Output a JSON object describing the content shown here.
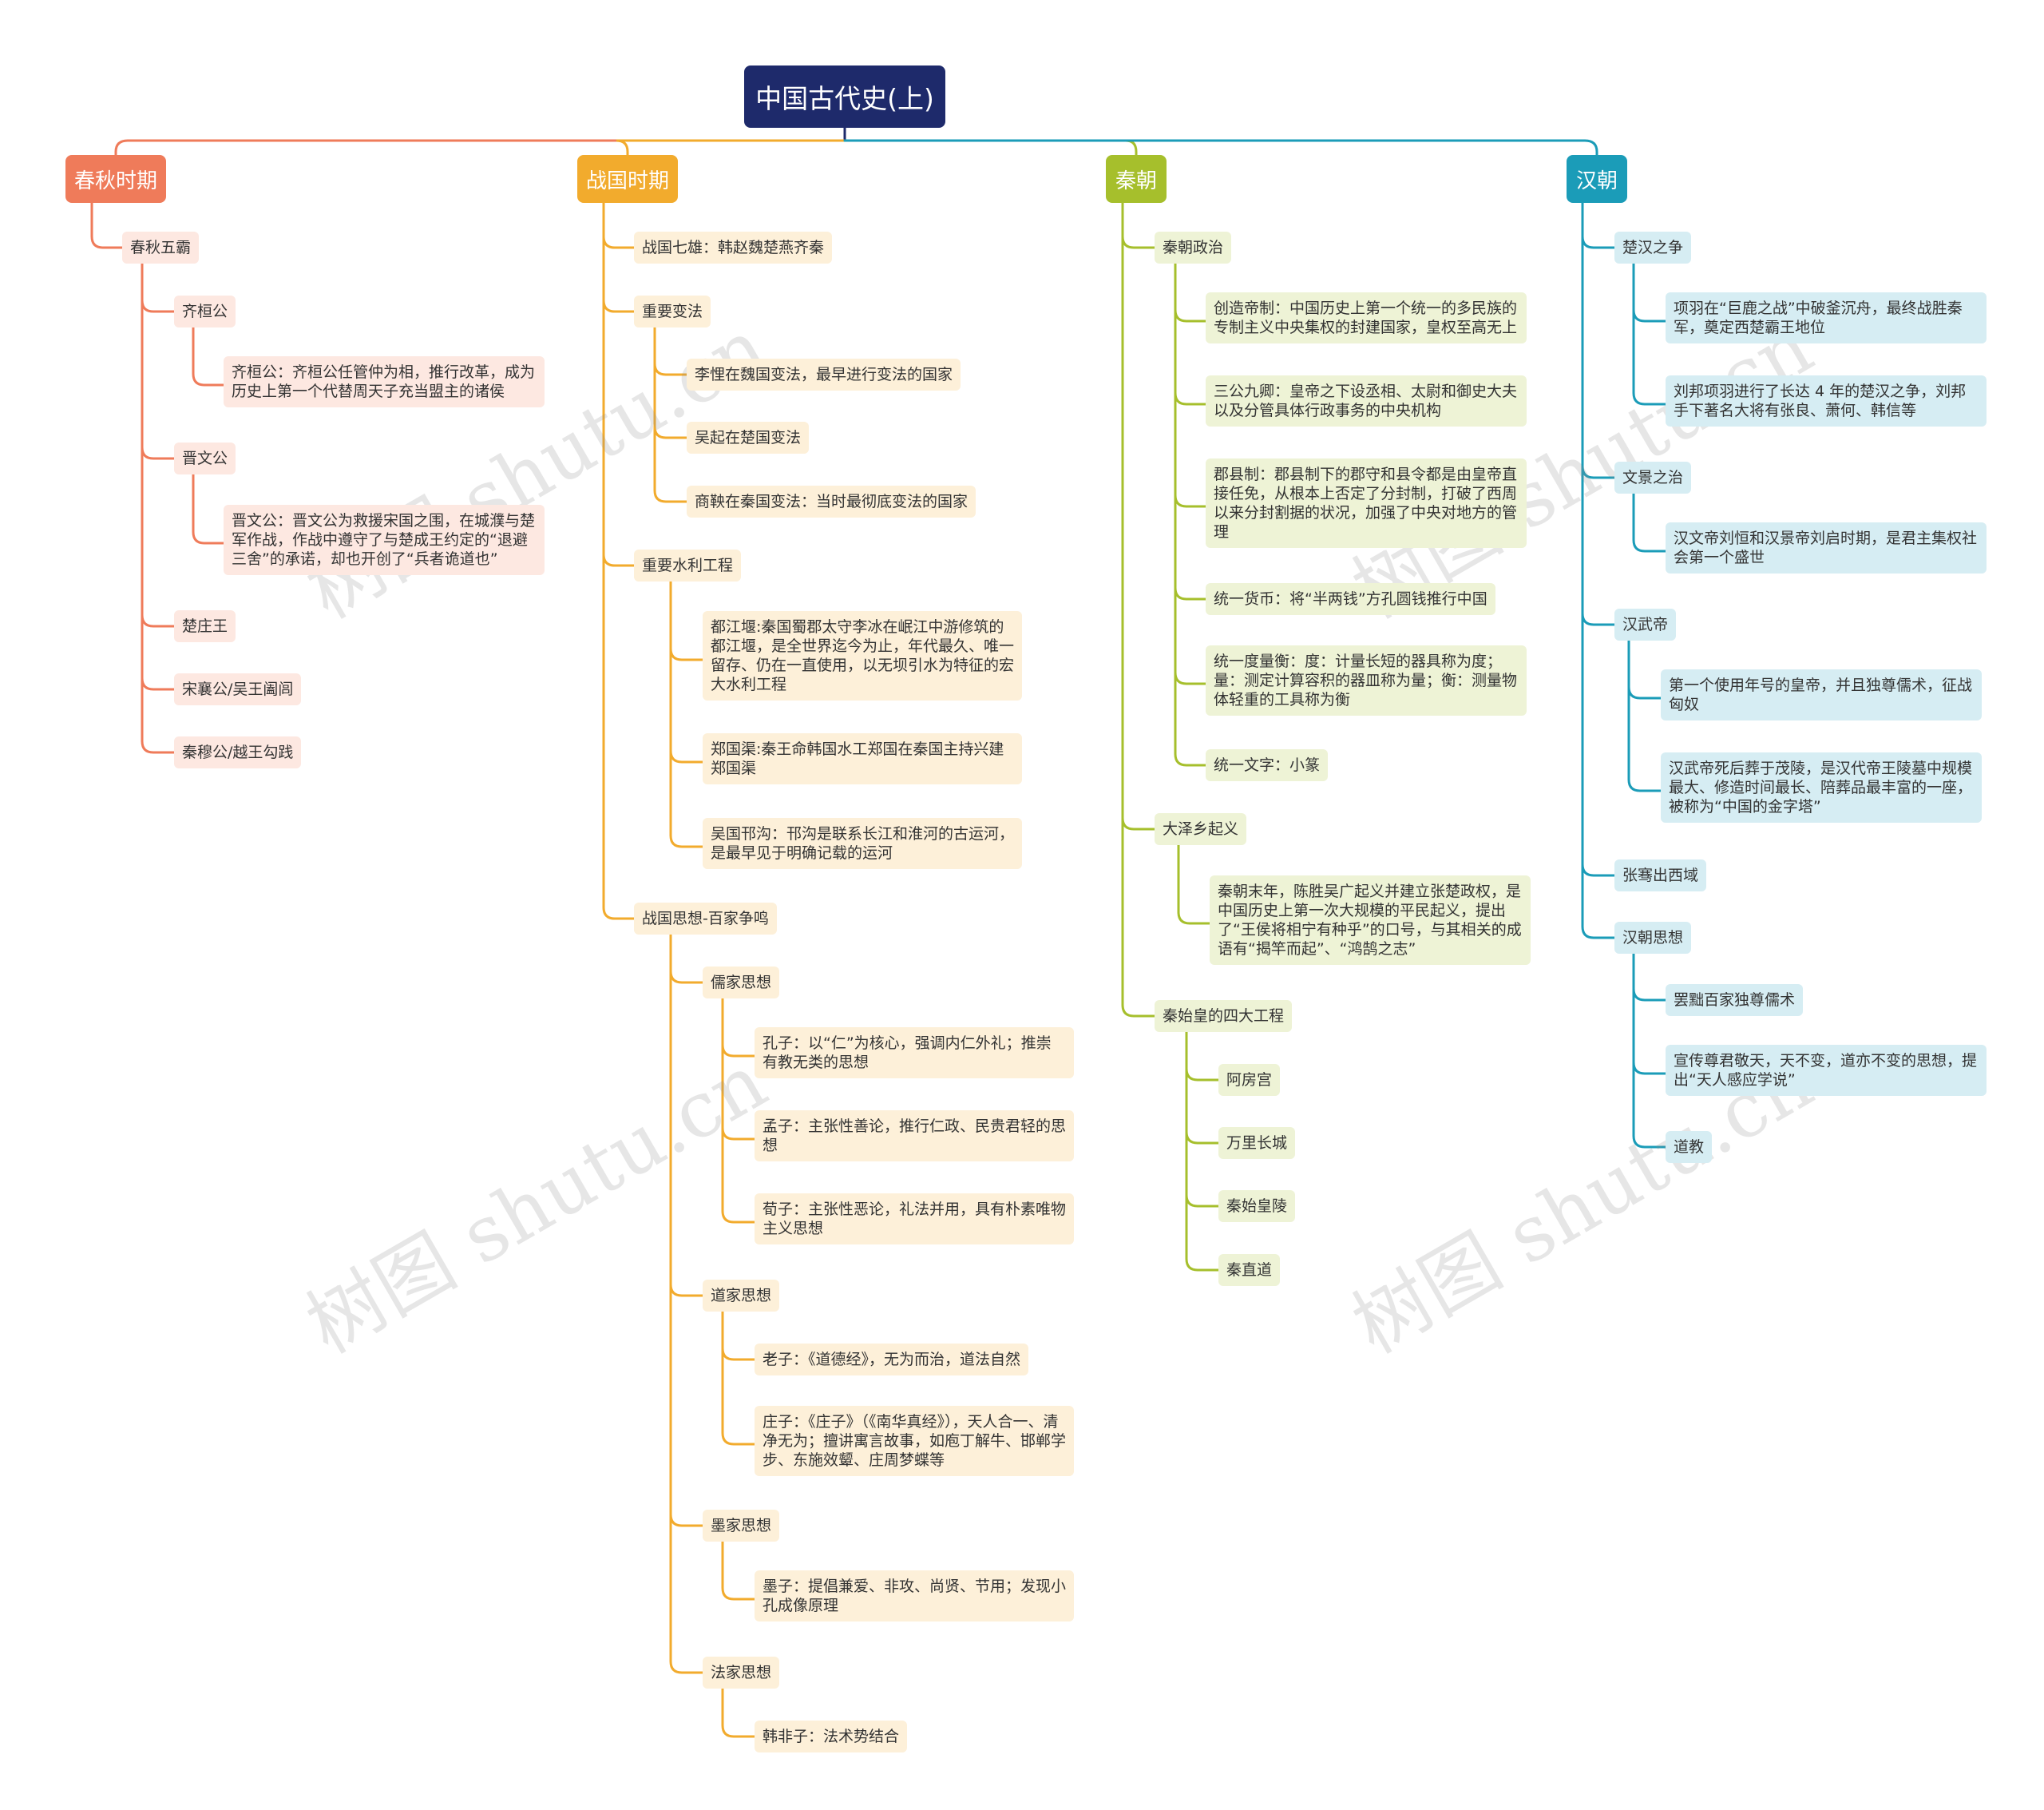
{
  "root": "中国古代史(上)",
  "watermark": "树图 shutu.cn",
  "colors": {
    "root": "#1e2a6b",
    "chunqiu": "#ef7b5a",
    "zhanguo": "#f2ab2d",
    "qin": "#a6bf2c",
    "han": "#1b9cb8"
  },
  "categories": [
    {
      "title": "春秋时期",
      "groups": [
        {
          "label": "春秋五霸",
          "children": [
            {
              "label": "齐桓公",
              "details": [
                "齐桓公：齐桓公任管仲为相，推行改革，成为历史上第一个代替周天子充当盟主的诸侯"
              ]
            },
            {
              "label": "晋文公",
              "details": [
                "晋文公：晋文公为救援宋国之围，在城濮与楚军作战，作战中遵守了与楚成王约定的“退避三舍”的承诺，却也开创了“兵者诡道也”"
              ]
            },
            {
              "label": "楚庄王"
            },
            {
              "label": "宋襄公/吴王阖闾"
            },
            {
              "label": "秦穆公/越王勾践"
            }
          ]
        }
      ]
    },
    {
      "title": "战国时期",
      "groups": [
        {
          "label": "战国七雄：韩赵魏楚燕齐秦"
        },
        {
          "label": "重要变法",
          "children": [
            "李悝在魏国变法，最早进行变法的国家",
            "吴起在楚国变法",
            "商鞅在秦国变法：当时最彻底变法的国家"
          ]
        },
        {
          "label": "重要水利工程",
          "children": [
            "都江堰:秦国蜀郡太守李冰在岷江中游修筑的都江堰，是全世界迄今为止，年代最久、唯一留存、仍在一直使用，以无坝引水为特征的宏大水利工程",
            "郑国渠:秦王命韩国水工郑国在秦国主持兴建郑国渠",
            "吴国邗沟：邗沟是联系长江和淮河的古运河，是最早见于明确记载的运河"
          ]
        },
        {
          "label": "战国思想-百家争鸣",
          "schools": [
            {
              "label": "儒家思想",
              "details": [
                "孔子：以“仁”为核心，强调内仁外礼；推崇有教无类的思想",
                "孟子：主张性善论，推行仁政、民贵君轻的思想",
                "荀子：主张性恶论，礼法并用，具有朴素唯物主义思想"
              ]
            },
            {
              "label": "道家思想",
              "details": [
                "老子：《道德经》，无为而治，道法自然",
                "庄子：《庄子》（《南华真经》），天人合一、清净无为；擅讲寓言故事，如庖丁解牛、邯郸学步、东施效颦、庄周梦蝶等"
              ]
            },
            {
              "label": "墨家思想",
              "details": [
                "墨子：提倡兼爱、非攻、尚贤、节用；发现小孔成像原理"
              ]
            },
            {
              "label": "法家思想",
              "details": [
                "韩非子：法术势结合"
              ]
            }
          ]
        }
      ]
    },
    {
      "title": "秦朝",
      "groups": [
        {
          "label": "秦朝政治",
          "children": [
            "创造帝制：中国历史上第一个统一的多民族的专制主义中央集权的封建国家，皇权至高无上",
            "三公九卿：皇帝之下设丞相、太尉和御史大夫以及分管具体行政事务的中央机构",
            "郡县制：郡县制下的郡守和县令都是由皇帝直接任免，从根本上否定了分封制，打破了西周以来分封割据的状况，加强了中央对地方的管理",
            "统一货币：将“半两钱”方孔圆钱推行中国",
            "统一度量衡：度：计量长短的器具称为度；量：测定计算容积的器皿称为量；衡：测量物体轻重的工具称为衡",
            "统一文字：小篆"
          ]
        },
        {
          "label": "大泽乡起义",
          "children": [
            "秦朝末年，陈胜吴广起义并建立张楚政权，是中国历史上第一次大规模的平民起义，提出了“王侯将相宁有种乎”的口号，与其相关的成语有“揭竿而起”、“鸿鹄之志”"
          ]
        },
        {
          "label": "秦始皇的四大工程",
          "children": [
            "阿房宫",
            "万里长城",
            "秦始皇陵",
            "秦直道"
          ]
        }
      ]
    },
    {
      "title": "汉朝",
      "groups": [
        {
          "label": "楚汉之争",
          "children": [
            "项羽在“巨鹿之战”中破釜沉舟，最终战胜秦军，奠定西楚霸王地位",
            "刘邦项羽进行了长达 4 年的楚汉之争，刘邦手下著名大将有张良、萧何、韩信等"
          ]
        },
        {
          "label": "文景之治",
          "children": [
            "汉文帝刘恒和汉景帝刘启时期，是君主集权社会第一个盛世"
          ]
        },
        {
          "label": "汉武帝",
          "children": [
            "第一个使用年号的皇帝，并且独尊儒术，征战匈奴",
            "汉武帝死后葬于茂陵，是汉代帝王陵墓中规模最大、修造时间最长、陪葬品最丰富的一座，被称为“中国的金字塔”"
          ]
        },
        {
          "label": "张骞出西域"
        },
        {
          "label": "汉朝思想",
          "children": [
            "罢黜百家独尊儒术",
            "宣传尊君敬天，天不变，道亦不变的思想，提出“天人感应学说”",
            "道教"
          ]
        }
      ]
    }
  ]
}
